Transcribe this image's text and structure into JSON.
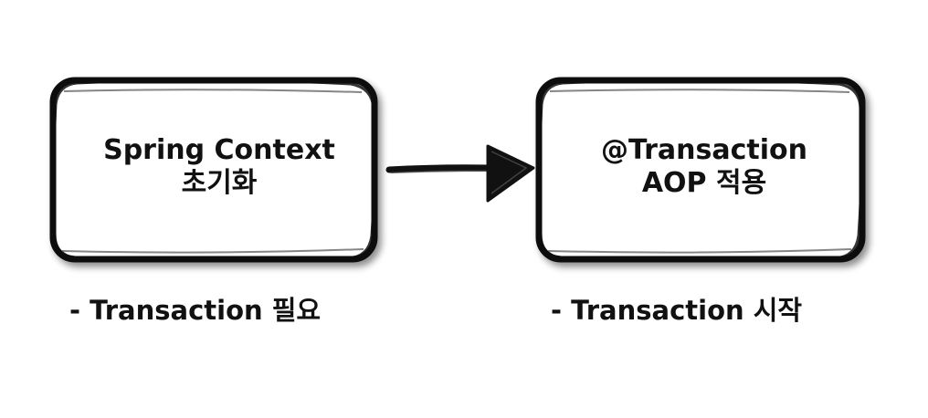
{
  "boxes": {
    "left": {
      "line1": "Spring Context",
      "line2": "초기화"
    },
    "right": {
      "line1": "@Transaction",
      "line2": "AOP 적용"
    }
  },
  "notes": {
    "left": "- Transaction 필요",
    "right": "- Transaction 시작"
  },
  "colors": {
    "stroke": "#111111",
    "background": "#ffffff"
  }
}
